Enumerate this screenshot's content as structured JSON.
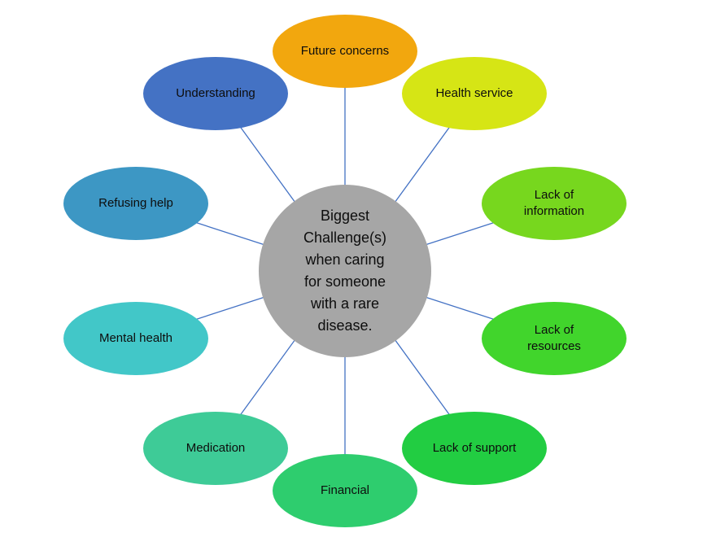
{
  "diagram": {
    "type": "radial-spoke",
    "background_color": "#ffffff",
    "connector_color": "#4472c4",
    "text_color": "#0d0d0d",
    "center": {
      "id": "biggest-challenges",
      "text": "Biggest\nChallenge(s)\nwhen caring\nfor someone\nwith a rare\ndisease.",
      "fill": "#a6a6a6"
    },
    "nodes": [
      {
        "id": "future-concerns",
        "label": "Future concerns",
        "fill": "#f2a70e"
      },
      {
        "id": "health-service",
        "label": "Health service",
        "fill": "#d6e515"
      },
      {
        "id": "lack-of-information",
        "label": "Lack of\ninformation",
        "fill": "#77d71e"
      },
      {
        "id": "lack-of-resources",
        "label": "Lack of\nresources",
        "fill": "#41d52c"
      },
      {
        "id": "lack-of-support",
        "label": "Lack of support",
        "fill": "#22cd42"
      },
      {
        "id": "financial",
        "label": "Financial",
        "fill": "#2ecd6e"
      },
      {
        "id": "medication",
        "label": "Medication",
        "fill": "#3ecb97"
      },
      {
        "id": "mental-health",
        "label": "Mental health",
        "fill": "#42c7c8"
      },
      {
        "id": "refusing-help",
        "label": "Refusing help",
        "fill": "#3d97c4"
      },
      {
        "id": "understanding",
        "label": "Understanding",
        "fill": "#4472c4"
      }
    ]
  }
}
